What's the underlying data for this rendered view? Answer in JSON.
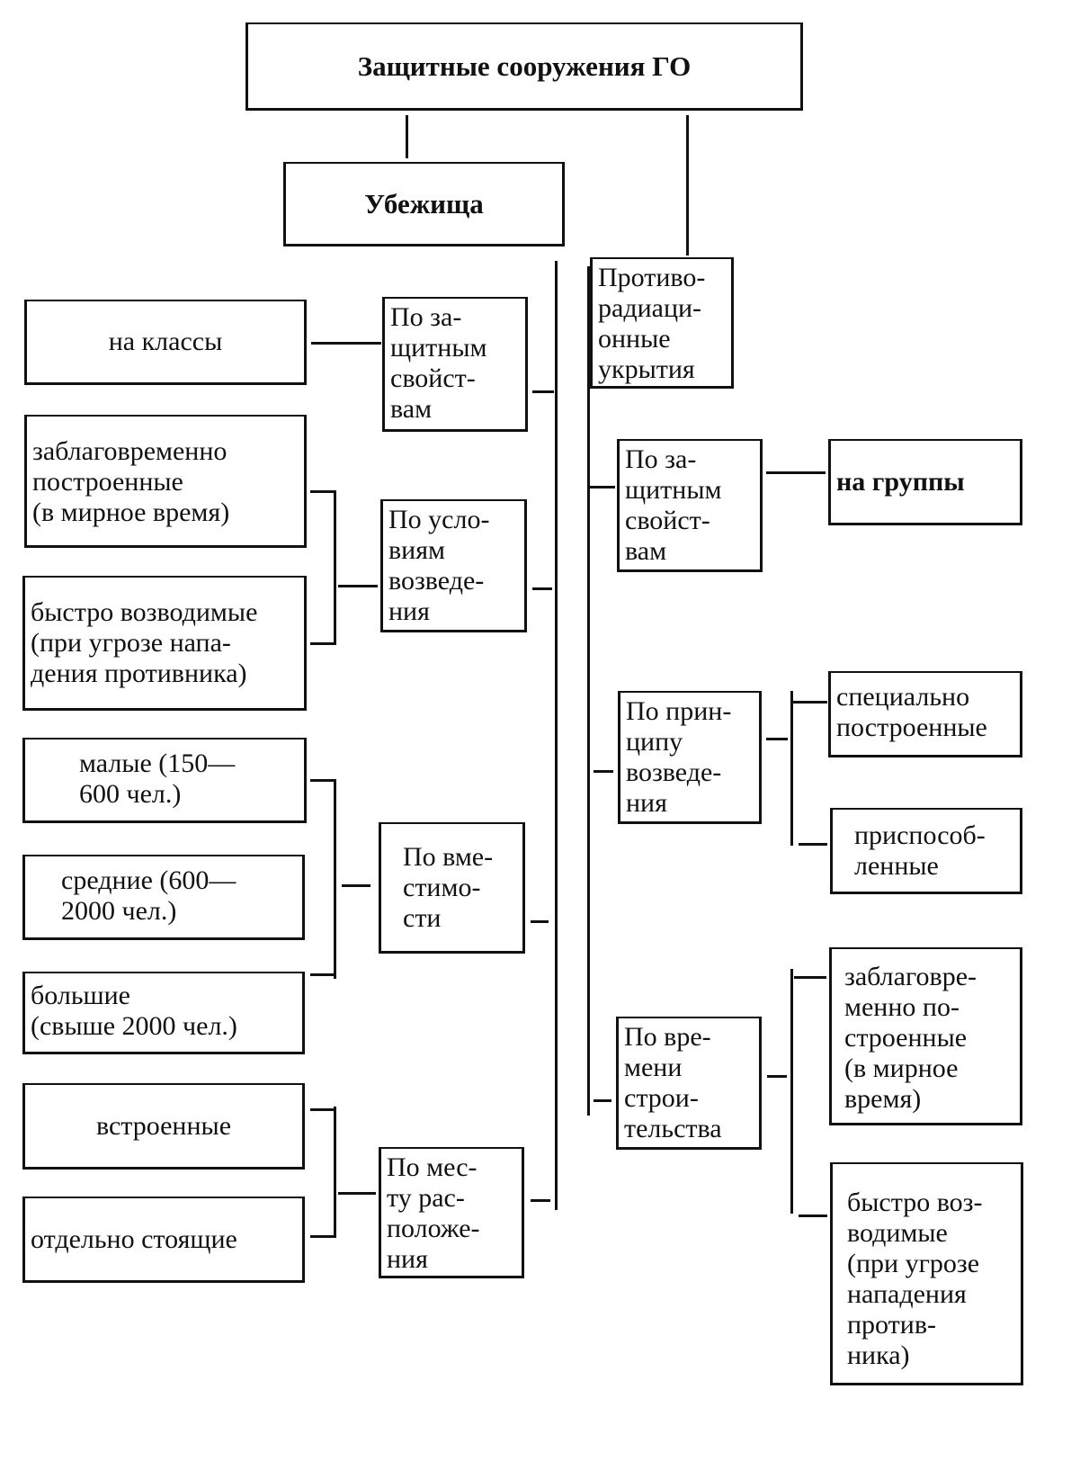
{
  "diagram": {
    "root": "Защитные сооружения ГО",
    "shelters": {
      "label": "Убежища",
      "criteria": [
        {
          "label": "По за-\nщитным\nсвойст-\nвам",
          "items": [
            "на  классы"
          ]
        },
        {
          "label": "По усло-\nвиям\nвозведе-\nния",
          "items": [
            "заблаговременно\nпостроенные\n(в  мирное  время)",
            "быстро возводимые\n(при  угрозе  напа-\nдения  противника)"
          ]
        },
        {
          "label": "По вме-\nстимо-\nсти",
          "items": [
            "малые  (150—\n600  чел.)",
            "средние  (600—\n2000  чел.)",
            "большие\n(свыше  2000  чел.)"
          ]
        },
        {
          "label": "По мес-\nту рас-\nположе-\nния",
          "items": [
            "встроенные",
            "отдельно  стоящие"
          ]
        }
      ]
    },
    "anti_radiation": {
      "label": "Противо-\nрадиаци-\nонные\nукрытия",
      "criteria": [
        {
          "label": "По за-\nщитным\nсвойст-\nвам",
          "items": [
            "на   группы"
          ]
        },
        {
          "label": "По прин-\nципу\nвозведе-\nния",
          "items": [
            "специально\nпостроенные",
            "приспособ-\nленные"
          ]
        },
        {
          "label": "По вре-\nмени\nстрои-\nтельства",
          "items": [
            "заблаговре-\nменно по-\nстроенные\n(в мирное\nвремя)",
            "быстро воз-\nводимые\n(при угрозе\nнападения\nпротив-\nника)"
          ]
        }
      ]
    }
  }
}
